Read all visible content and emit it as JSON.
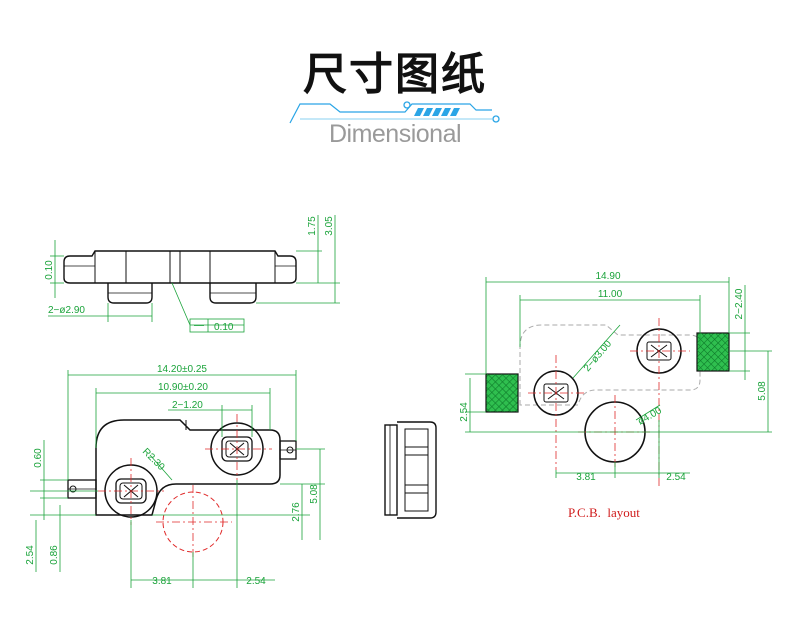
{
  "header": {
    "title": "尺寸图纸",
    "subtitle": "Dimensional"
  },
  "side_view": {
    "dim_0_10": "0.10",
    "dim_1_75": "1.75",
    "dim_3_05": "3.05",
    "dim_hole": "2−ø2.90",
    "flatness": "0.10"
  },
  "top_view": {
    "dim_14_20": "14.20±0.25",
    "dim_10_90": "10.90±0.20",
    "dim_2_1_20": "2−1.20",
    "dim_0_60": "0.60",
    "dim_r2_30": "R2.30",
    "dim_2_76": "2.76",
    "dim_5_08": "5.08",
    "dim_2_54_left": "2.54",
    "dim_0_86": "0.86",
    "dim_3_81": "3.81",
    "dim_2_54_bottom": "2.54"
  },
  "pcb_layout": {
    "label": "P.C.B.  layout",
    "dim_14_90": "14.90",
    "dim_11_00": "11.00",
    "dim_2_2_40": "2−2.40",
    "dim_2_3_00": "2−ø3.00",
    "dim_4_00": "ø4.00",
    "dim_2_54_left": "2.54",
    "dim_5_08": "5.08",
    "dim_3_81": "3.81",
    "dim_2_54_bottom": "2.54"
  },
  "colors": {
    "dimension": "#1aa33a",
    "outline": "#111111",
    "centerline": "#e02a2a",
    "accent": "#2aa5e6"
  }
}
